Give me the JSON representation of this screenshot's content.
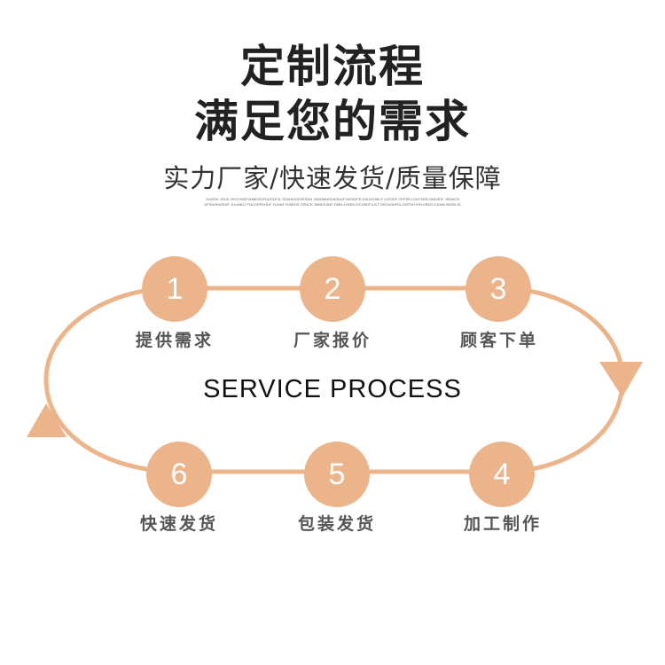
{
  "title_line1": "定制流程",
  "title_line2": "满足您的需求",
  "subtitle": "实力厂家/快速发货/质量保障",
  "fine_print": "OLIRDE JGDS JHGOHIDF2HMDSDFDDSDFJL SDWKDSDFESDN JSDDMNSDASDUF MGSDFE DSLDDJMLF LDSJDF OFPSEJ GNTDEB DNDSDF JSDMGK DFSDHDWKDF JLKANDJ FNCODFDHDF YUOAF HJMDSL SSNCK JMNKDSDF DMN JVNDKJVCHSDFUJLT DSGHJMFDLGMTDH KRHJRDS DJGMLSDWKJD",
  "center_text": "SERVICE PROCESS",
  "colors": {
    "accent": "#ECB48A",
    "title": "#222222",
    "label": "#555555"
  },
  "steps": [
    {
      "num": "1",
      "label": "提供需求"
    },
    {
      "num": "2",
      "label": "厂家报价"
    },
    {
      "num": "3",
      "label": "顾客下单"
    },
    {
      "num": "4",
      "label": "加工制作"
    },
    {
      "num": "5",
      "label": "包装发货"
    },
    {
      "num": "6",
      "label": "快速发货"
    }
  ],
  "arrows": {
    "left": "up-arrow",
    "right": "down-arrow"
  }
}
